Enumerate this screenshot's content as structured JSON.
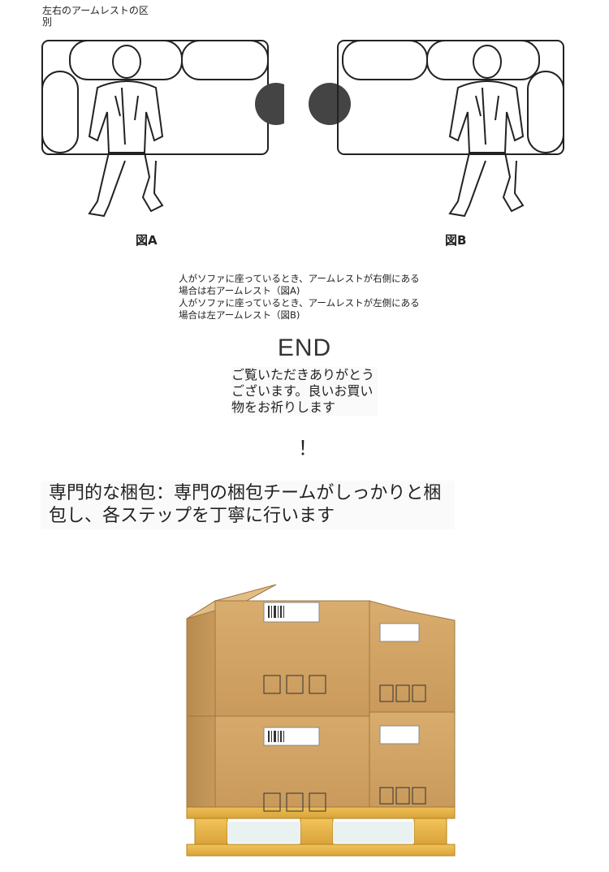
{
  "armrest": {
    "heading": "左右のアームレストの区別",
    "figure_a_label": "図A",
    "figure_b_label": "図B",
    "description": [
      "人がソファに座っているとき、アームレストが右側にある",
      "場合は右アームレスト（図A)",
      "人がソファに座っているとき、アームレストが左側にある",
      "場合は左アームレスト（図B)"
    ]
  },
  "closing": {
    "end": "END",
    "thanks": "ご覧いただきありがとうございます。良いお買い物をお祈りします",
    "exclamation": "！"
  },
  "packaging": {
    "title": "専門的な梱包：専門の梱包チームがしっかりと梱包し、各ステップを丁寧に行います"
  }
}
